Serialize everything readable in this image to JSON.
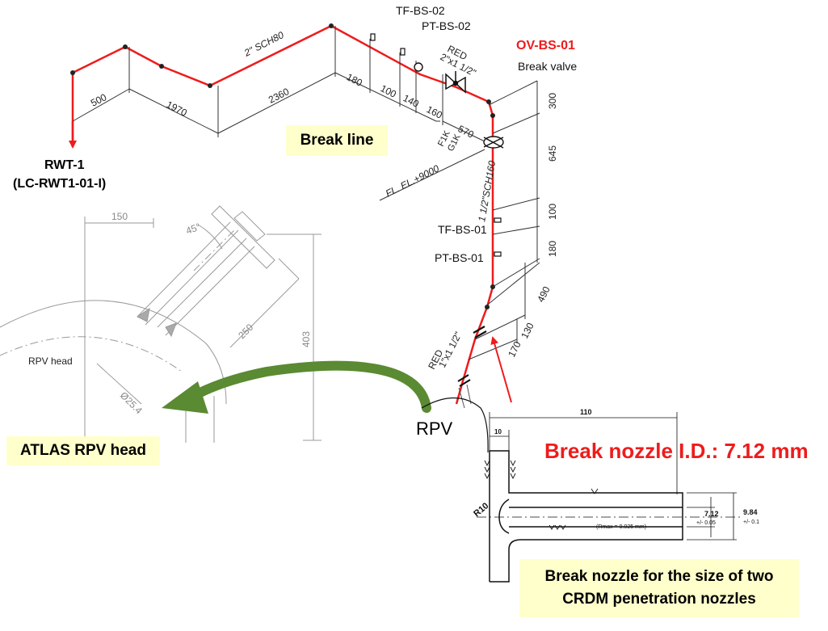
{
  "labels": {
    "break_line": "Break line",
    "atlas_rpv_head": "ATLAS RPV head",
    "break_nozzle_note_1": "Break nozzle for the size of two",
    "break_nozzle_note_2": "CRDM penetration nozzles",
    "break_nozzle_id": "Break nozzle I.D.: 7.12 mm",
    "ov_bs_01": "OV-BS-01",
    "break_valve": "Break valve",
    "rwt_1": "RWT-1",
    "rwt_1_id": "(LC-RWT1-01-I)",
    "rpv": "RPV",
    "rpv_head": "RPV head",
    "tf_bs_02": "TF-BS-02",
    "pt_bs_02": "PT-BS-02",
    "tf_bs_01": "TF-BS-01",
    "pt_bs_01": "PT-BS-01",
    "red_top": "RED",
    "red_top_size": "2\"x1 1/2\"",
    "pipe_2in": "2\" SCH80",
    "pipe_1_5in": "1 1/2\"SCH160",
    "red_bottom": "RED",
    "red_bottom_size": "1\"x1 1/2\"",
    "fl_el": "FL. EL.+9000",
    "f1k": "F1K",
    "g1k": "G1K"
  },
  "dimensions": {
    "d500": "500",
    "d1970": "1970",
    "d2360": "2360",
    "d180a": "180",
    "d100a": "100",
    "d140": "140",
    "d160": "160",
    "d570": "570",
    "d300": "300",
    "d645": "645",
    "d100b": "100",
    "d180b": "180",
    "d490": "490",
    "d130": "130",
    "d170": "170",
    "d150": "150",
    "d45": "45°",
    "d403": "403",
    "d250": "250",
    "d25": "Ø25.4",
    "d110": "110",
    "d10": "10",
    "r10": "R10",
    "d712": "7.12",
    "d712tol": "+/- 0.05",
    "d984": "9.84",
    "d984tol": "+/- 0.1",
    "rmax": "(Rmax = 0.025 mm)"
  },
  "colors": {
    "break_line_red": "#ee1c1c",
    "callout_bg": "#ffffcc",
    "arrow_green": "#5a8a32",
    "drawing_line": "#333333",
    "faint_line": "#9a9a9a"
  }
}
